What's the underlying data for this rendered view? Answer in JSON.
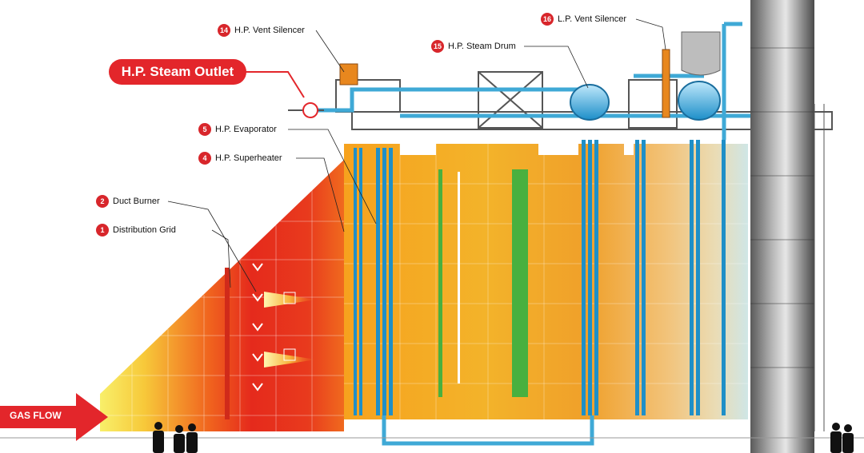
{
  "diagram": {
    "labels": [
      {
        "num": "14",
        "text": "H.P. Vent Silencer"
      },
      {
        "num": "15",
        "text": "H.P. Steam Drum"
      },
      {
        "num": "16",
        "text": "L.P. Vent Silencer"
      },
      {
        "num": "5",
        "text": "H.P. Evaporator"
      },
      {
        "num": "4",
        "text": "H.P. Superheater"
      },
      {
        "num": "2",
        "text": "Duct Burner"
      },
      {
        "num": "1",
        "text": "Distribution Grid"
      }
    ],
    "outlet_label": "H.P. Steam Outlet",
    "gas_flow_label": "GAS FLOW"
  },
  "colors": {
    "accent_red": "#e3262b",
    "steam_pipe_blue": "#3fa9d6",
    "structure_grey": "#6b6b6b",
    "hot_gas_red": "#e5261f",
    "gas_orange": "#f39a1c",
    "gas_yellow": "#f7e04a",
    "stack_grey": "#8c8c8c"
  }
}
